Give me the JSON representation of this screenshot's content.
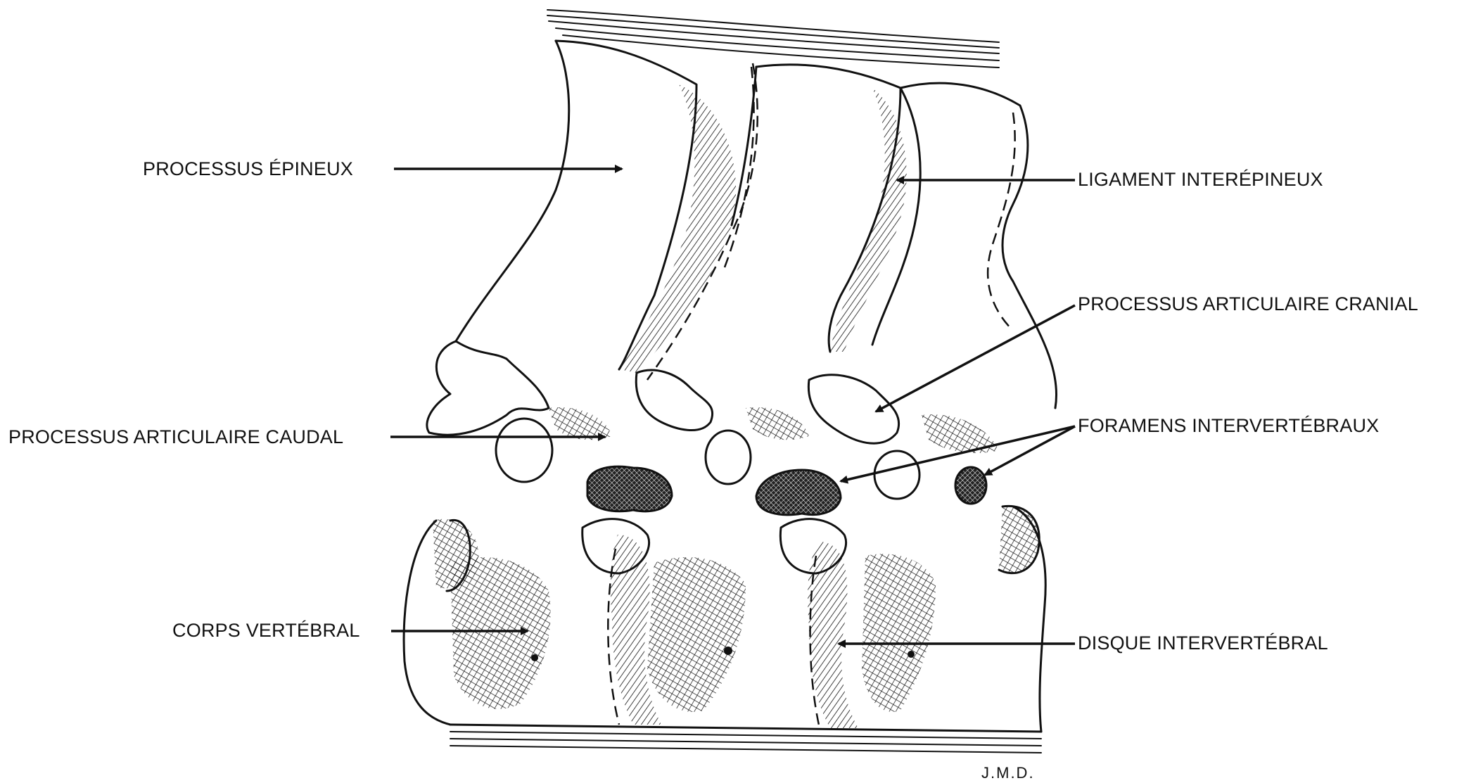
{
  "labels": {
    "processus_epineux": "PROCESSUS ÉPINEUX",
    "ligament_interepineux": "LIGAMENT INTERÉPINEUX",
    "processus_articulaire_cranial": "PROCESSUS ARTICULAIRE CRANIAL",
    "processus_articulaire_caudal": "PROCESSUS ARTICULAIRE CAUDAL",
    "foramens_intervertebraux": "FORAMENS INTERVERTÉBRAUX",
    "corps_vertebral": "CORPS VERTÉBRAL",
    "disque_intervertebral": "DISQUE INTERVERTÉBRAL"
  },
  "signature": "J.M.D.",
  "colors": {
    "ink": "#111111",
    "paper": "#ffffff"
  }
}
